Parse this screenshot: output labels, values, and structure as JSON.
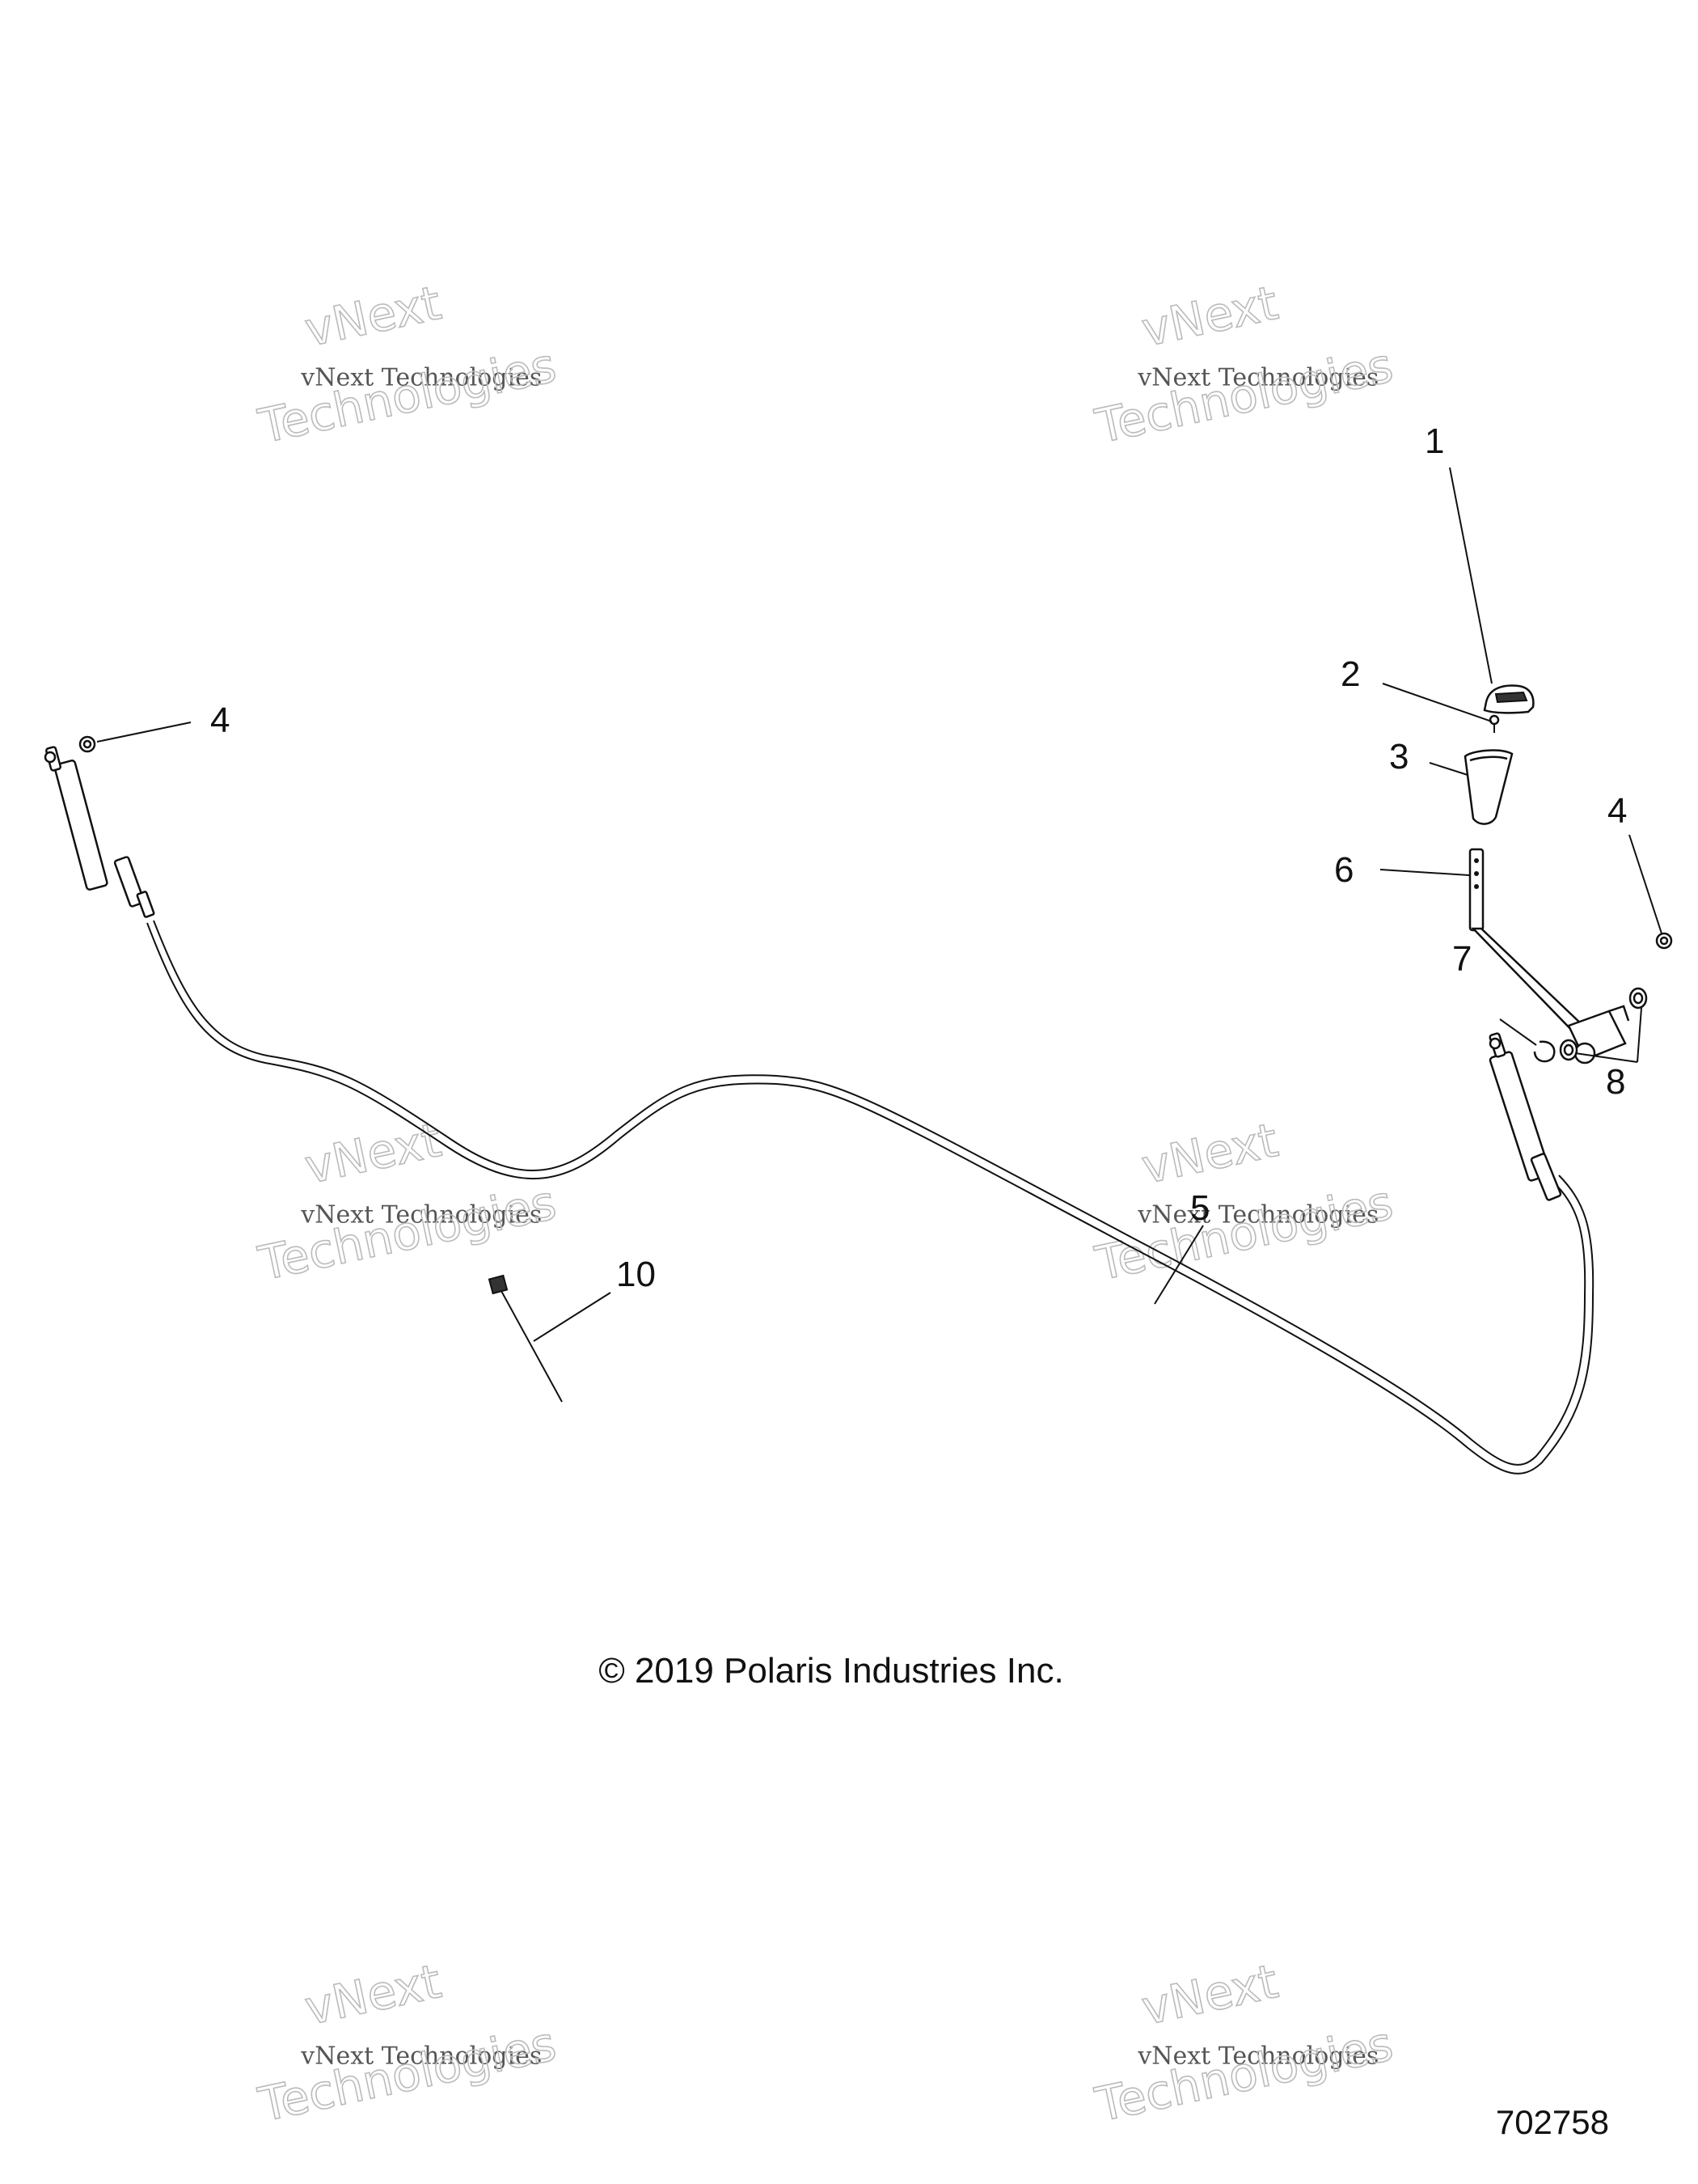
{
  "watermark": {
    "line1": "vNext",
    "line2": "vNext Technologies",
    "line3": "Technologies"
  },
  "callouts": {
    "c1": "1",
    "c2": "2",
    "c3": "3",
    "c4_left": "4",
    "c4_right": "4",
    "c5": "5",
    "c6": "6",
    "c7": "7",
    "c8": "8",
    "c10": "10"
  },
  "copyright": "© 2019 Polaris Industries Inc.",
  "figure_number": "702758"
}
